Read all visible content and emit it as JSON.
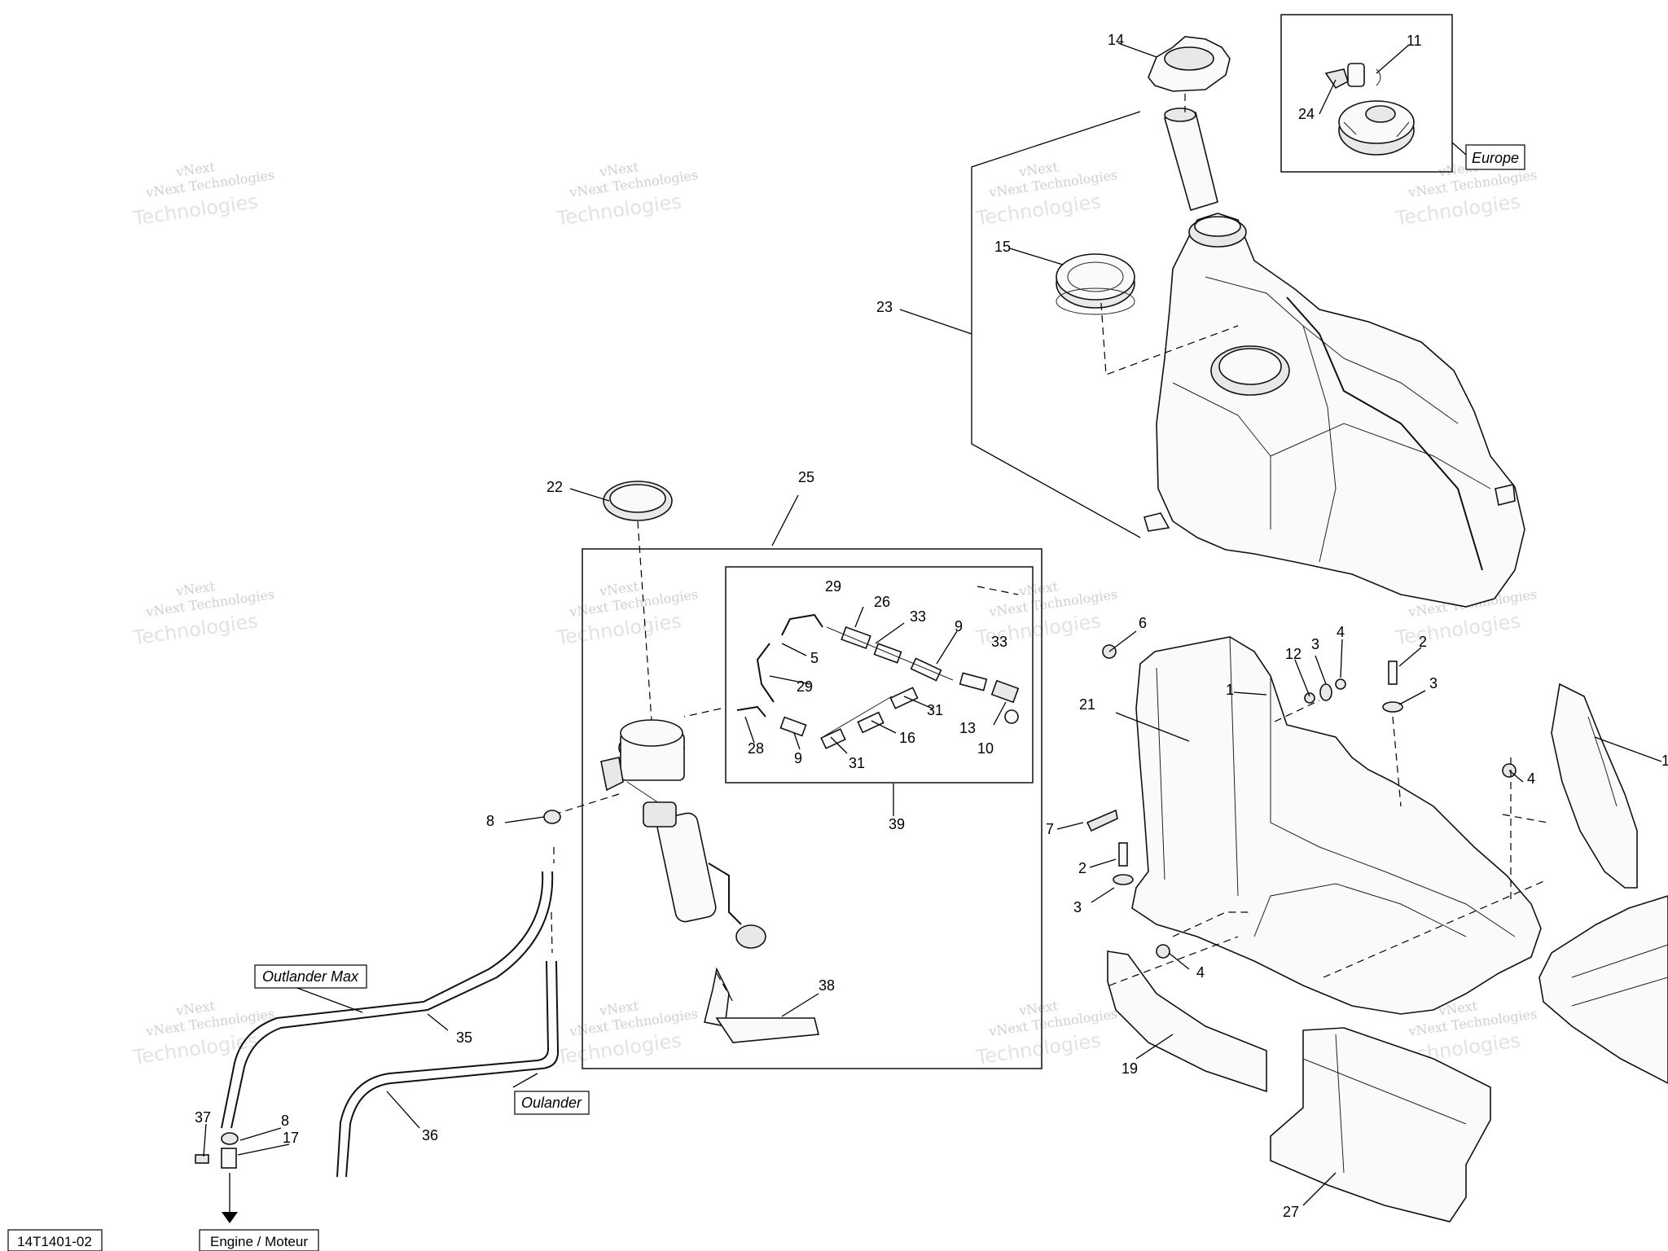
{
  "diagram_id": "14T1401-02",
  "watermark": {
    "line1": "vNext",
    "line2": "vNext Technologies",
    "line3": "Technologies"
  },
  "tags": {
    "europe": "Europe",
    "outlander_max": "Outlander Max",
    "oulander": "Oulander",
    "engine": "Engine / Moteur"
  },
  "callouts": [
    "14",
    "11",
    "24",
    "15",
    "23",
    "22",
    "25",
    "29",
    "26",
    "33",
    "9",
    "33",
    "5",
    "29",
    "31",
    "13",
    "10",
    "28",
    "9",
    "31",
    "16",
    "39",
    "6",
    "12",
    "3",
    "4",
    "2",
    "3",
    "1",
    "21",
    "7",
    "4",
    "2",
    "3",
    "4",
    "1",
    "8",
    "38",
    "35",
    "36",
    "37",
    "8",
    "17",
    "19",
    "27"
  ]
}
